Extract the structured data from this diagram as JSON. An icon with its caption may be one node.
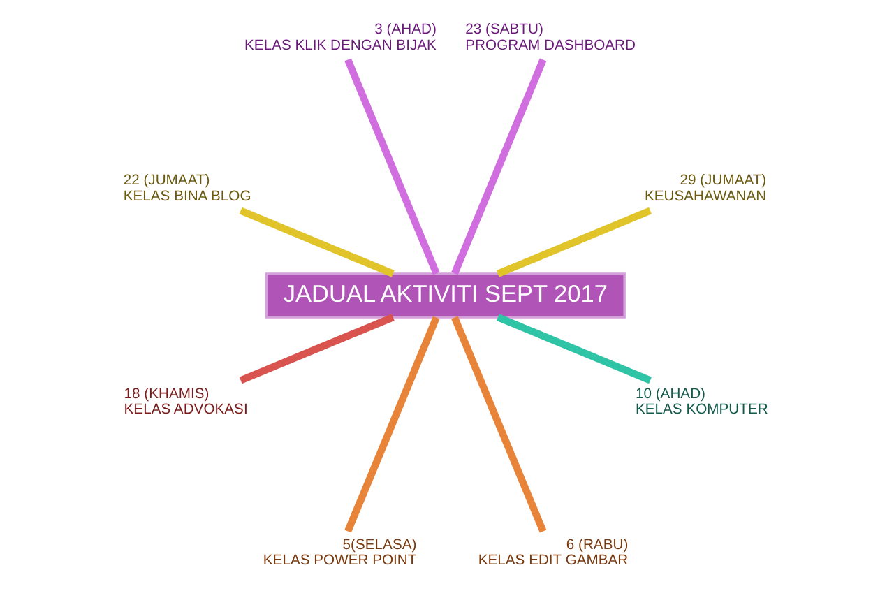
{
  "diagram": {
    "nodes": [
      {
        "text": [
          "JADUAL AKTIVITI SEPT 2017"
        ]
      },
      {
        "text": [
          "29 (JUMAAT)",
          "KEUSAHAWANAN"
        ]
      },
      {
        "text": [
          "23 (SABTU)",
          "PROGRAM DASHBOARD"
        ]
      },
      {
        "text": [
          "3 (AHAD)",
          "KELAS KLIK DENGAN BIJAK"
        ]
      },
      {
        "text": [
          "22 (JUMAAT)",
          "KELAS BINA BLOG"
        ]
      },
      {
        "text": [
          "18 (KHAMIS)",
          "KELAS ADVOKASI"
        ]
      },
      {
        "text": [
          "5(SELASA)",
          "KELAS POWER POINT"
        ]
      },
      {
        "text": [
          "6 (RABU)",
          "KELAS EDIT GAMBAR"
        ]
      },
      {
        "text": [
          "10 (AHAD)",
          "KELAS KOMPUTER"
        ]
      }
    ],
    "edges": [
      {
        "from": 0,
        "to": 1,
        "arrow": "none",
        "color": "#e0c42a"
      },
      {
        "from": 0,
        "to": 2,
        "arrow": "none",
        "color": "#d06ee0"
      },
      {
        "from": 0,
        "to": 3,
        "arrow": "none",
        "color": "#d06ee0"
      },
      {
        "from": 0,
        "to": 4,
        "arrow": "none",
        "color": "#e0c42a"
      },
      {
        "from": 0,
        "to": 5,
        "arrow": "none",
        "color": "#d9534f"
      },
      {
        "from": 0,
        "to": 6,
        "arrow": "none",
        "color": "#e8843a"
      },
      {
        "from": 0,
        "to": 7,
        "arrow": "none",
        "color": "#e8843a"
      },
      {
        "from": 0,
        "to": 8,
        "arrow": "none",
        "color": "#2ec4a5"
      }
    ]
  }
}
